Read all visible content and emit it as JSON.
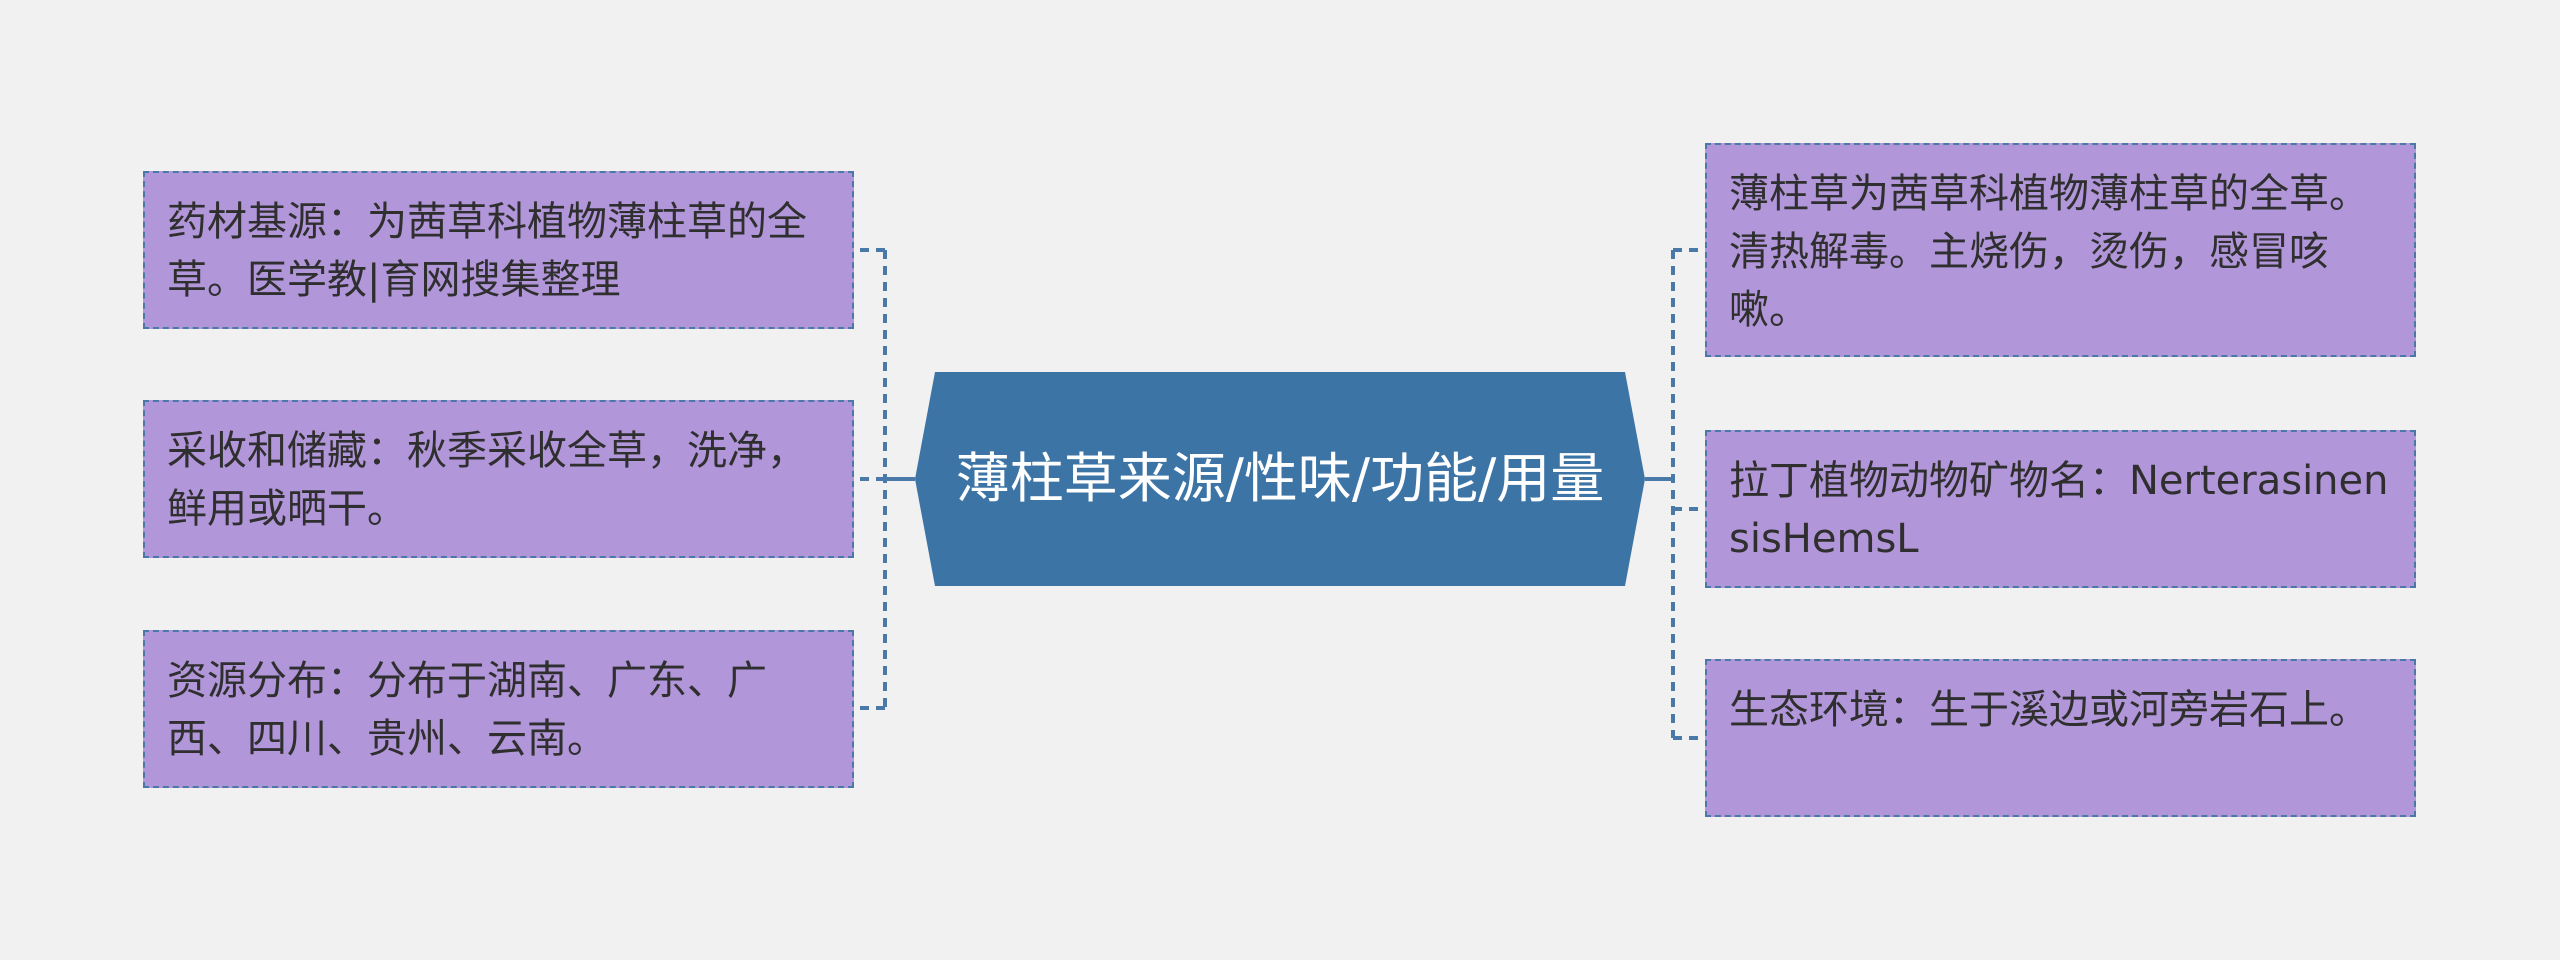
{
  "colors": {
    "background": "#f1f1f1",
    "center_fill": "#3d74a6",
    "node_fill": "#b296da",
    "node_border": "#4a78a8",
    "connector": "#4a78a8"
  },
  "center": {
    "label": "薄柱草来源/性味/功能/用量"
  },
  "left_nodes": [
    {
      "text": "药材基源：为茜草科植物薄柱草的全草。医学教|育网搜集整理"
    },
    {
      "text": "采收和储藏：秋季采收全草，洗净，鲜用或晒干。"
    },
    {
      "text": "资源分布：分布于湖南、广东、广西、四川、贵州、云南。"
    }
  ],
  "right_nodes": [
    {
      "text": "薄柱草为茜草科植物薄柱草的全草。清热解毒。主烧伤，烫伤，感冒咳嗽。"
    },
    {
      "text": "拉丁植物动物矿物名：NerterasinensisHemsL"
    },
    {
      "text": "生态环境：生于溪边或河旁岩石上。"
    }
  ]
}
